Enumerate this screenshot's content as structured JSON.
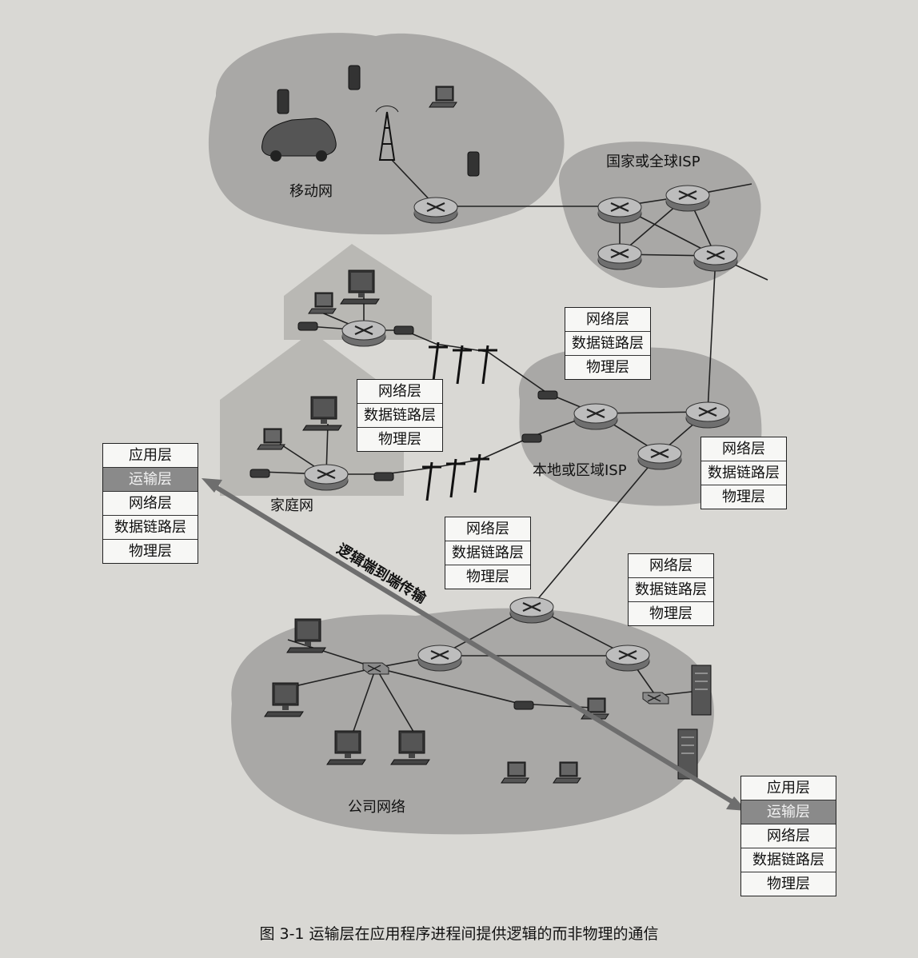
{
  "regions": {
    "mobile": "移动网",
    "national_isp": "国家或全球ISP",
    "local_isp": "本地或区域ISP",
    "home": "家庭网",
    "enterprise": "公司网络"
  },
  "arrow_label": "逻辑端到端传输",
  "stacks": {
    "router_top": [
      "网络层",
      "数据链路层",
      "物理层"
    ],
    "router_home": [
      "网络层",
      "数据链路层",
      "物理层"
    ],
    "router_local_right": [
      "网络层",
      "数据链路层",
      "物理层"
    ],
    "router_mid": [
      "网络层",
      "数据链路层",
      "物理层"
    ],
    "router_enterprise": [
      "网络层",
      "数据链路层",
      "物理层"
    ],
    "host_left": [
      "应用层",
      "运输层",
      "网络层",
      "数据链路层",
      "物理层"
    ],
    "host_right": [
      "应用层",
      "运输层",
      "网络层",
      "数据链路层",
      "物理层"
    ]
  },
  "caption": "图 3-1   运输层在应用程序进程间提供逻辑的而非物理的通信",
  "colors": {
    "cloud": "#a9a8a6",
    "transport_layer": "#8a8a8a",
    "arrow": "#6e6e6e"
  }
}
